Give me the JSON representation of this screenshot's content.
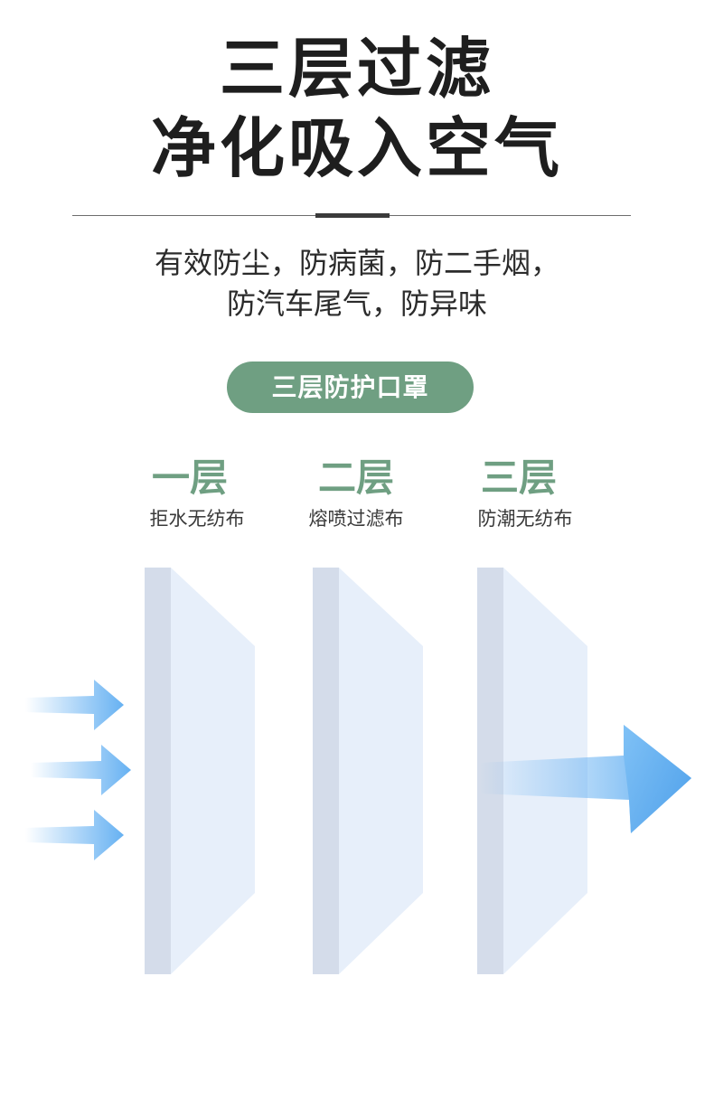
{
  "headline": {
    "line1": "三层过滤",
    "line2": "净化吸入空气"
  },
  "description": {
    "line1": "有效防尘，防病菌，防二手烟，",
    "line2": "防汽车尾气，防异味"
  },
  "badge": {
    "label": "三层防护口罩",
    "color": "#6f9f82"
  },
  "layers": [
    {
      "title": "一层",
      "subtitle": "拒水无纺布"
    },
    {
      "title": "二层",
      "subtitle": "熔喷过滤布"
    },
    {
      "title": "三层",
      "subtitle": "防潮无纺布"
    }
  ],
  "colors": {
    "accent": "#6f9f82",
    "panel": "#e6eefa",
    "panel_edge": "#d4dcea",
    "arrow": "#66b1f2"
  },
  "icons": {
    "incoming_air": "arrow-right-icon",
    "outgoing_air": "big-arrow-right-icon"
  }
}
